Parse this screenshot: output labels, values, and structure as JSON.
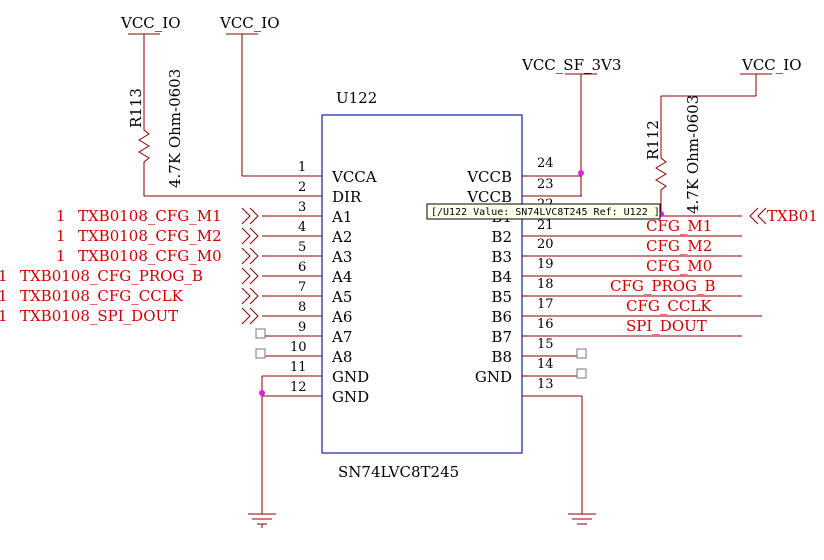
{
  "component": {
    "designator": "U122",
    "part_name": "SN74LVC8T245",
    "left_pins": [
      {
        "num": "1",
        "name": "VCCA"
      },
      {
        "num": "2",
        "name": "DIR"
      },
      {
        "num": "3",
        "name": "A1"
      },
      {
        "num": "4",
        "name": "A2"
      },
      {
        "num": "5",
        "name": "A3"
      },
      {
        "num": "6",
        "name": "A4"
      },
      {
        "num": "7",
        "name": "A5"
      },
      {
        "num": "8",
        "name": "A6"
      },
      {
        "num": "9",
        "name": "A7"
      },
      {
        "num": "10",
        "name": "A8"
      },
      {
        "num": "11",
        "name": "GND"
      },
      {
        "num": "12",
        "name": "GND"
      }
    ],
    "right_pins": [
      {
        "num": "24",
        "name": "VCCB"
      },
      {
        "num": "23",
        "name": "VCCB"
      },
      {
        "num": "22",
        "name": "B1"
      },
      {
        "num": "21",
        "name": "B2"
      },
      {
        "num": "20",
        "name": "B3"
      },
      {
        "num": "19",
        "name": "B4"
      },
      {
        "num": "18",
        "name": "B5"
      },
      {
        "num": "17",
        "name": "B6"
      },
      {
        "num": "16",
        "name": "B7"
      },
      {
        "num": "15",
        "name": "B8"
      },
      {
        "num": "14",
        "name": "GND"
      },
      {
        "num": "13",
        "name": ""
      }
    ]
  },
  "power": {
    "vcc_io_1": "VCC_IO",
    "vcc_io_2": "VCC_IO",
    "vcc_io_3": "VCC_IO",
    "vcc_sf": "VCC_SF_3V3"
  },
  "resistors": {
    "r113": {
      "designator": "R113",
      "value": "4.7K Ohm-0603"
    },
    "r112": {
      "designator": "R112",
      "value": "4.7K Ohm-0603"
    }
  },
  "left_ports": [
    {
      "sheet": "1",
      "net": "TXB0108_CFG_M1"
    },
    {
      "sheet": "1",
      "net": "TXB0108_CFG_M2"
    },
    {
      "sheet": "1",
      "net": "TXB0108_CFG_M0"
    },
    {
      "sheet": "1",
      "net": "TXB0108_CFG_PROG_B"
    },
    {
      "sheet": "1",
      "net": "TXB0108_CFG_CCLK"
    },
    {
      "sheet": "1",
      "net": "TXB0108_SPI_DOUT"
    }
  ],
  "right_nets": [
    "CFG_M1",
    "CFG_M2",
    "CFG_M0",
    "CFG_PROG_B",
    "CFG_CCLK",
    "SPI_DOUT"
  ],
  "right_port": "TXB01",
  "tooltip": "[/U122 Value: SN74LVC8T245 Ref: U122 ]"
}
